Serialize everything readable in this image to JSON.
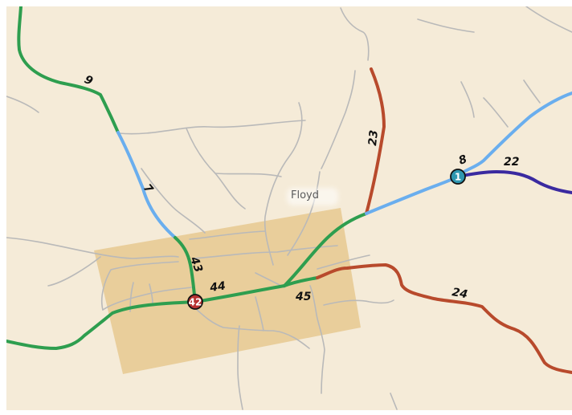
{
  "map": {
    "town": {
      "name": "Floyd"
    },
    "colors": {
      "land": "#f5ebd8",
      "town_area": "#e8cb95",
      "minor_roads": "#b9b9b9",
      "green_route": "#2e9e4f",
      "blue_route": "#6aaeee",
      "red_route": "#b84a2c",
      "purple_route": "#3a2aa0",
      "marker_teal": "#2f97b0",
      "marker_red": "#b83232"
    },
    "route_markers": [
      {
        "id": "marker-1",
        "label": "1",
        "color": "teal"
      },
      {
        "id": "marker-42",
        "label": "42",
        "color": "red"
      }
    ],
    "segment_labels": [
      {
        "id": "seg-9",
        "label": "9"
      },
      {
        "id": "seg-7",
        "label": "7"
      },
      {
        "id": "seg-43",
        "label": "43"
      },
      {
        "id": "seg-44",
        "label": "44"
      },
      {
        "id": "seg-45",
        "label": "45"
      },
      {
        "id": "seg-23",
        "label": "23"
      },
      {
        "id": "seg-8",
        "label": "8"
      },
      {
        "id": "seg-22",
        "label": "22"
      },
      {
        "id": "seg-24",
        "label": "24"
      }
    ]
  }
}
